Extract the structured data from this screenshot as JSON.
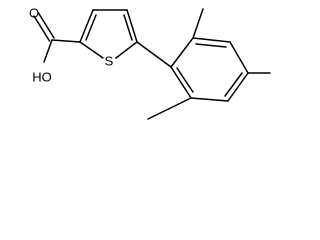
{
  "structure": {
    "atom_labels": {
      "hydroxyl": "HO",
      "carbonyl_oxygen": "O",
      "sulfur": "S"
    },
    "colors": {
      "bonds": "#000000",
      "labels": "#000000",
      "background": "#ffffff"
    }
  }
}
